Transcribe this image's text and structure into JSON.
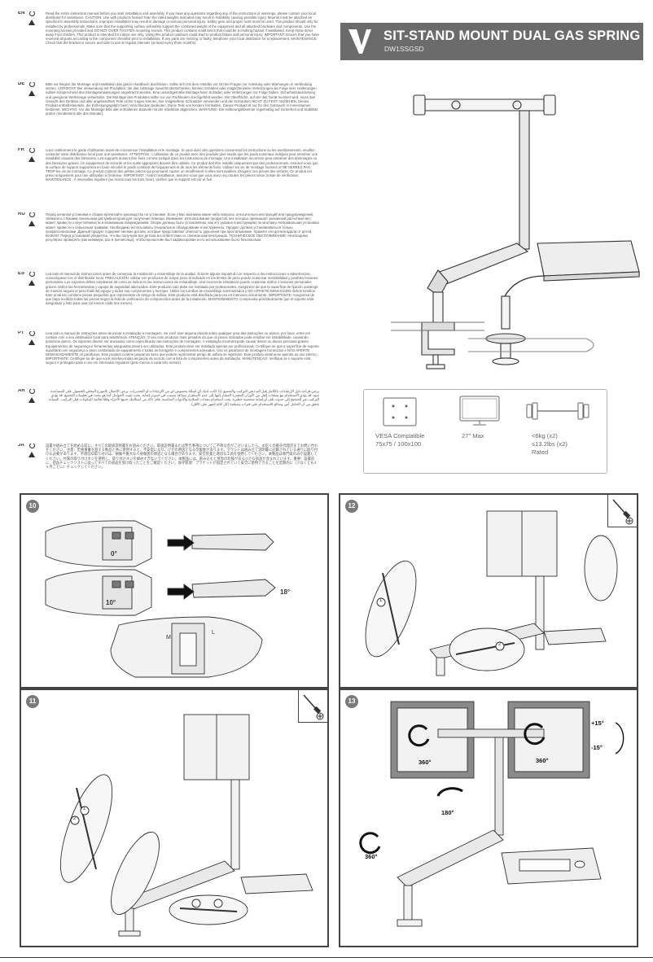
{
  "header": {
    "title": "SIT-STAND MOUNT DUAL GAS SPRING",
    "model": "DW1SSGSD"
  },
  "languages": [
    {
      "code": "EN",
      "text": "Read the entire instruction manual before you start installation and assembly. If you have any questions regarding any of the instructions or warnings, please contact your local distributor for assistance. CAUTION: Use with products heavier than the rated weights indicated may result in instability causing possible injury. Mounts must be attached as specified in assembly instructions. Improper installation may result in damage or serious personal injury. Safety gear and proper tools must be used. This product should only be installed by professionals. Make sure that the supporting surface will safely support the combined weight of the equipment and all attached hardware and components. Use the mounting screws provided and DO NOT OVER TIGHTEN mounting screws. This product contains small items that could be a choking hazard if swallowed. Keep these items away from children. This product is intended for indoor use only. Using this product outdoors could lead to product failure and personal injury. IMPORTANT: Ensure that you have received all parts according to the component checklist prior to installation. If any parts are missing or faulty, telephone your local distributor for a replacement. MAINTENANCE: Check that the bracket is secure and safe to use at regular intervals (at least every three months)."
    },
    {
      "code": "DE",
      "text": "Bitte vor Beginn der Montage und Installation das ganze Handbuch durchlesen. Sollte sich mit dem Händler vor Ort bei Fragen zur Anleitung oder Warnungen in Verbindung setzen. VORSICHT: Bei Verwendung mit Produkten, die das zulässige Gewicht überschreiten, können Schäden oder möglicherweise Verletzungen die Folge sein. Halterungen sollten entsprechend den Montageanweisungen angebracht werden. Eine unsachgemäße Montage kann Schäden oder Verletzungen zur Folge haben. Sicherheitsausrüstung und geeignete Werkzeuge verwenden. Die Montage des Produktes sollte nur von Fachleuten durchgeführt werden. Die Oberfläche, auf der das Gerät montiert wird, muss das Gewicht des Gerätes und aller angebrachten Teile sicher tragen können. Nur mitgelieferte Schrauben verwenden und die Schrauben NICHT ZU FEST ANZIEHEN. Dieses Produkt enthält Kleinteile, die Erstickungsgefahr beim Verschlucken bedeuten. Diese Teile von Kindern fernhalten. Dieses Produkt ist nur für den Gebrauch in Innenräumen bestimmt. WICHTIG: Vor der Montage bitte alle enthaltenen Bauteile mit der Stückliste abgleichen. WARTUNG: Die Halterungsklammer regelmäßig auf Sicherheit und Stabilität prüfen (mindestens alle drei Monate)."
    },
    {
      "code": "FR",
      "text": "Lisez entièrement le guide d'utilisation avant de commencer l'installation et le montage. Si vous avez des questions concernant les instructions ou les avertissements, veuillez contacter votre distributeur local pour une assistance. ATTENTION : L'utilisation de ce produit avec des produits plus lourds que les poids nominaux indiqués peut entraîner une instabilité causant des blessures. Les supports doivent être fixés comme indiqué dans les instructions de montage. Une installation incorrecte peut entraîner des dommages ou des blessures graves. Un équipement de sécurité et les outils appropriés doivent être utilisés. Ce produit doit être installé uniquement par des professionnels. Assurez-vous que la surface de support supportera en toute sécurité le poids combiné de l'équipement et de tous les éléments fixés. Utilisez les vis de montage fournies et NE SERREZ PAS TROP les vis de montage. Ce produit contient des petites pièces qui pourraient causer un étouffement si elles sont avalées. Éloignez ces pièces des enfants. Ce produit est prévu uniquement pour une utilisation à l'intérieur. IMPORTANT : Avant l'installation, assurez-vous que vous avez reçu toutes les pièces selon la liste de vérification. MAINTENANCE : À intervalles réguliers (au moins tous les trois mois), vérifiez que le support est sûr et fixé."
    },
    {
      "code": "RU",
      "text": "Перед началом установки и сборки прочитайте руководство по установке. Если у Вас возникли какие-либо вопросы относительно инструкций или предупреждений, свяжитесь с Вашим локальным дистрибьютором для получения помощи. Внимание: Использование продуктов, вес которых превышает указанный расчетный вес, может привести к неустойчивости и возможным повреждениям. Опоры должны быть установлены, как это указано в инструкциях по монтажу. Неправильная установка может привести к серьезным травмам. Необходимо использовать специальное оборудование и инструменты. Продукт должен устанавливаться только профессионалами. Данный продукт содержит мелкие детали, которые представляют опасность удушения при проглатывании. Храните эти детали вдали от детей. ВАЖНО: Перед установкой убедитесь, что Вы получили все детали в соответствии со списком комплектующих. ТЕХНИЧЕСКОЕ ОБСЛУЖИВАНИЕ: Необходимо регулярно проверять (как минимум, раз в три месяца), чтобы кронштейн был зафиксирован и его использование было безопасным."
    },
    {
      "code": "ES",
      "text": "Lea todo el manual de instrucciones antes de comenzar la instalación y ensamblaje de la unidad. Si tiene alguna inquietud con respecto a las instrucciones o advertencias, comuníquese con el distribuidor local. PRECAUCIÓN: utilizar con productos de mayor peso al indicado en los límites de peso puede ocasionar inestabilidad y posibles lesiones personales. Los soportes deben emplearse tal como se indica en las instrucciones de ensamblaje. Una incorrecta instalación puede ocasionar daños o lesiones personales graves. Utilice las herramientas y equipo de seguridad adecuados. Este producto solo debe ser instalado por profesionales. Asegúrese de que la superficie de fijación sostenga de manera segura el peso total del equipo y todos sus componentes y herrajes. Utilice los tornillos de ensamblaje suministrados y NO APRIETE DEMASIADO dichos tornillos. Este producto contiene piezas pequeñas que representan un riesgo de asfixia. Este producto está diseñado para uso en interiores únicamente. IMPORTANTE: Asegúrese de que haya recibido todas las piezas según la lista de verificación de componentes antes de la instalación. MANTENIMIENTO: Compruebe periódicamente que el soporte está asegurado y listo para usar (al menos cada tres meses)."
    },
    {
      "code": "PT",
      "text": "Leia todo o manual de instruções antes de iniciar a instalação e montagem. Se você tiver alguma dúvida sobre qualquer uma das instruções ou avisos, por favor, entre em contato com o seu distribuidor local para assistência. ATENÇÃO: O uso com produtos mais pesados do que os pesos indicados pode resultar em instabilidade, causando possíveis danos. Os suportes devem ser anexados como especificado nas instruções de montagem. A instalação incorreta pode causar danos ou danos pessoais graves. Equipamentos de segurança e ferramentas adequadas devem ser utilizados. Este produto deve ser instalado apenas por profissionais. Certifique-se que a superfície de suporte suportará com segurança o peso combinado do equipamento e todas as ferragens e componentes anexados. Use os parafusos de montagem fornecidos e NÃO APERTE DEMASIADAMENTE os parafusos. Este produto contém pequenos itens que podem representar perigo de asfixia se ingeridos. Este produto destina-se apenas ao uso interno. IMPORTANTE: Certifique-se de que você recebeu todas as peças de acordo com a lista de componentes antes da instalação. MANUTENÇÃO: Verifique se o suporte está seguro e protegido para o uso em intervalos regulares (pelo menos a cada três meses)."
    },
    {
      "code": "AR",
      "text": "يرجى قراءة دليل الإرشادات بالكامل قبل البدء في التركيب والتجميع. إذا كانت لديك أي أسئلة بخصوص أي من الإرشادات أو التحذيرات، يرجى الاتصال بالموزع المحلي للحصول على المساعدة. تنبيه: قد يؤدي الاستخدام مع منتجات أثقل من الأوزان المقدرة المشار إليها إلى عدم الاستقرار مما قد يتسبب في حدوث إصابة. يجب تثبيت الحوامل كما هو محدد في تعليمات التجميع. قد يؤدي التركيب غير الصحيح إلى حدوث تلف أو إصابة شخصية خطيرة. يجب استخدام معدات السلامة والأدوات المناسبة. هام: تأكد من استلامك جميع الأجزاء وفقًا لقائمة المكونات قبل التركيب. الصيانة: تحقق من أن الحامل آمن وصالح للاستخدام على فترات منتظمة (كل ثلاثة أشهر على الأقل)."
    },
    {
      "code": "JA",
      "text": "設置や組み立てを始める前に、すべての取扱説明書をお読みください。取扱説明書または警告事項についてご不明な点がございましたら、お近くの販売代理店までお問い合わせください。注意：定格重量を超える製品と共に使用すると、不安定になり、けがの原因となる可能性があります。マウントは組み立て説明書に記載されている通りに取り付ける必要があります。不適切な取り付けは、損傷や重大な人身傷害の原因となる場合があります。安全装置と適切な工具を使用してください。本製品は専門家のみが設置してください。付属の取り付けネジを使用し、取り付けネジを締めすぎないでください。本製品には、飲み込むと窒息の危険がある小さな部品が含まれています。重要：設置前に、部品チェックリストに従ってすべての部品を受け取ったことをご確認ください。保守管理：ブラケットが固定されていて安全に使用できることを定期的に（少なくとも3ヶ月ごとに）チェックしてください。"
    }
  ],
  "specs": [
    {
      "icon": "vesa-icon",
      "lines": [
        "VESA Compatible",
        "75x75 / 100x100"
      ]
    },
    {
      "icon": "monitor-size-icon",
      "lines": [
        "27\" Max"
      ]
    },
    {
      "icon": "weight-icon",
      "lines": [
        "<6kg (x2)",
        "≤13.2lbs (x2)",
        "Rated"
      ]
    }
  ],
  "steps": [
    {
      "number": "10",
      "angles": [
        "0°",
        "10°",
        "18°"
      ],
      "labels": [
        "M",
        "L"
      ]
    },
    {
      "number": "11",
      "markers": [
        "1",
        "2"
      ]
    },
    {
      "number": "12",
      "markers": [
        "1",
        "2"
      ]
    },
    {
      "number": "13",
      "rotations": [
        "360°",
        "360°",
        "180°",
        "360°"
      ],
      "tilt": [
        "+15°",
        "-15°"
      ]
    }
  ]
}
